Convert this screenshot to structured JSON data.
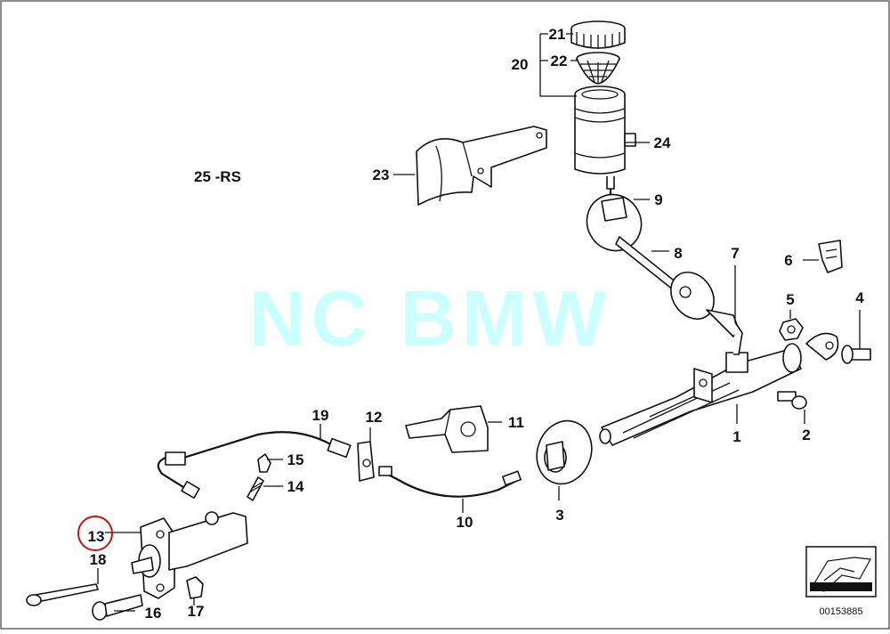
{
  "diagram": {
    "watermark": "NC BMW",
    "group_label": "25 -RS",
    "reference_code": "00153885",
    "highlighted_callout": "13",
    "highlight_color": "#d01010",
    "callouts": {
      "c1": "1",
      "c2": "2",
      "c3": "3",
      "c4": "4",
      "c5": "5",
      "c6": "6",
      "c7": "7",
      "c8": "8",
      "c9": "9",
      "c10": "10",
      "c11": "11",
      "c12": "12",
      "c13": "13",
      "c14": "14",
      "c15": "15",
      "c16": "16",
      "c17": "17",
      "c18": "18",
      "c19": "19",
      "c20": "20",
      "c21": "21",
      "c22": "22",
      "c23": "23",
      "c24": "24"
    }
  }
}
